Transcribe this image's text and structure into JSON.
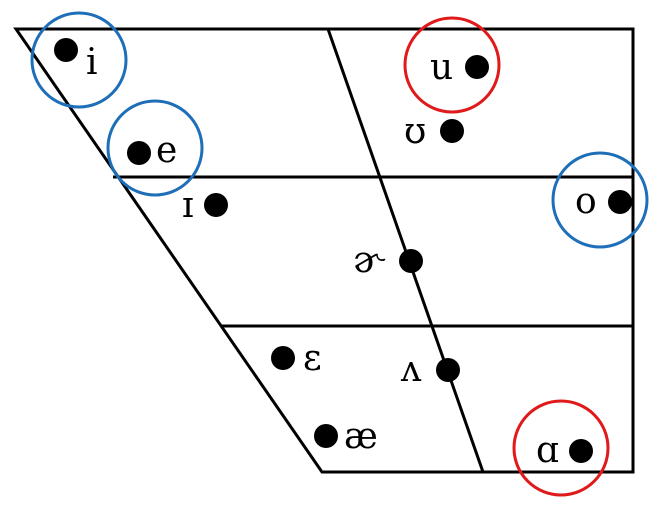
{
  "vowels": {
    "i": "i",
    "e": "e",
    "u": "u",
    "upsilon": "ʊ",
    "small_cap_i": "ɪ",
    "o": "o",
    "schwar": "ɚ",
    "epsilon": "ɛ",
    "wedge": "ʌ",
    "ash": "æ",
    "alpha": "ɑ"
  },
  "colors": {
    "line": "#000000",
    "dot": "#000000",
    "circle_blue": "#1f6fb8",
    "circle_red": "#e01a1a"
  },
  "highlight_groups": {
    "blue": [
      "i",
      "e",
      "o"
    ],
    "red": [
      "u",
      "ɑ"
    ]
  }
}
